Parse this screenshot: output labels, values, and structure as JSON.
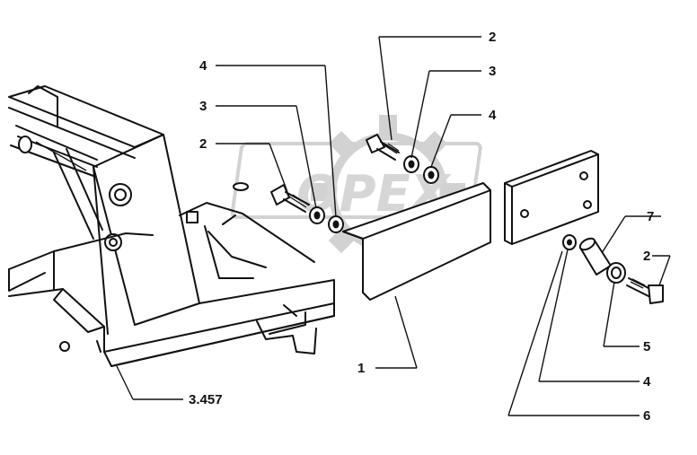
{
  "watermark": {
    "text": "OPEX",
    "color": "#d6d6d6"
  },
  "callouts": {
    "part_1": "1",
    "part_2_top": "2",
    "part_2_left": "2",
    "part_2_right": "2",
    "part_3_top": "3",
    "part_3_left": "3",
    "part_4_top": "4",
    "part_4_mid": "4",
    "part_4_bottom": "4",
    "part_5": "5",
    "part_6": "6",
    "part_7": "7",
    "ref_frame": "3.457"
  },
  "colors": {
    "line": "#111111",
    "background": "#ffffff"
  }
}
